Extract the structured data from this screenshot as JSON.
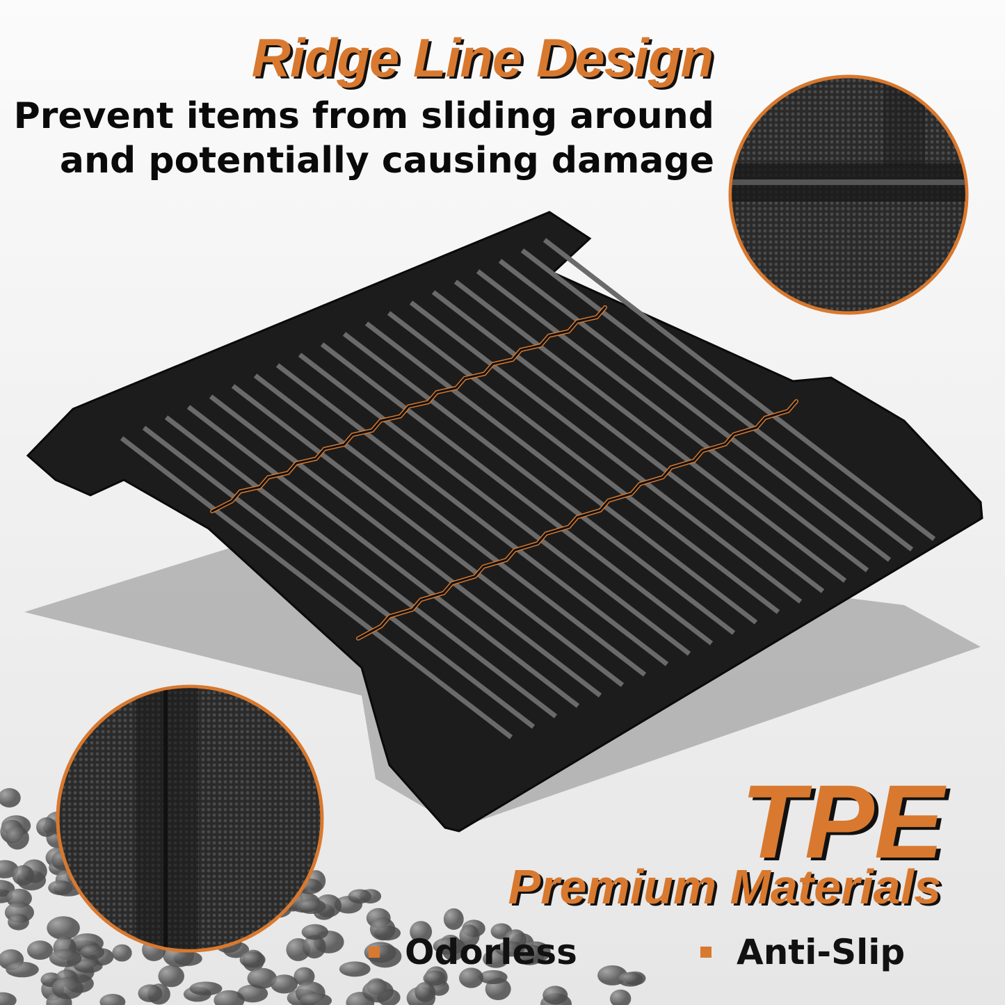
{
  "headline": {
    "title": "Ridge Line Design",
    "subtitle_line1": "Prevent items from sliding around",
    "subtitle_line2": "and potentially causing damage"
  },
  "material": {
    "title": "TPE",
    "subtitle": "Premium Materials",
    "features": [
      "Odorless",
      "Anti-Slip"
    ]
  },
  "colors": {
    "accent": "#d8792f",
    "text": "#0a0a0a",
    "mat": "#1c1c1c"
  }
}
